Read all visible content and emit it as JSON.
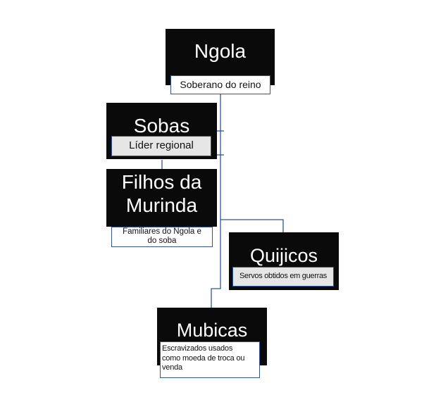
{
  "colors": {
    "node_bg": "#0a0a0a",
    "connector": "#2f5597",
    "label_bg_light": "#e7e6e6",
    "label_bg_white": "#ffffff"
  },
  "nodes": {
    "ngola": {
      "title": "Ngola",
      "label": "Soberano do reino"
    },
    "sobas": {
      "title": "Sobas",
      "label": "Líder regional"
    },
    "filhos": {
      "title_line1": "Filhos da",
      "title_line2": "Murinda",
      "label_line1": "Familiares do Ngola e",
      "label_line2": "do soba"
    },
    "quijicos": {
      "title": "Quijicos",
      "label": "Servos obtidos em guerras"
    },
    "mubicas": {
      "title": "Mubicas",
      "label_line1": "Escravizados usados",
      "label_line2": "como moeda de troca ou",
      "label_line3": "venda"
    }
  }
}
